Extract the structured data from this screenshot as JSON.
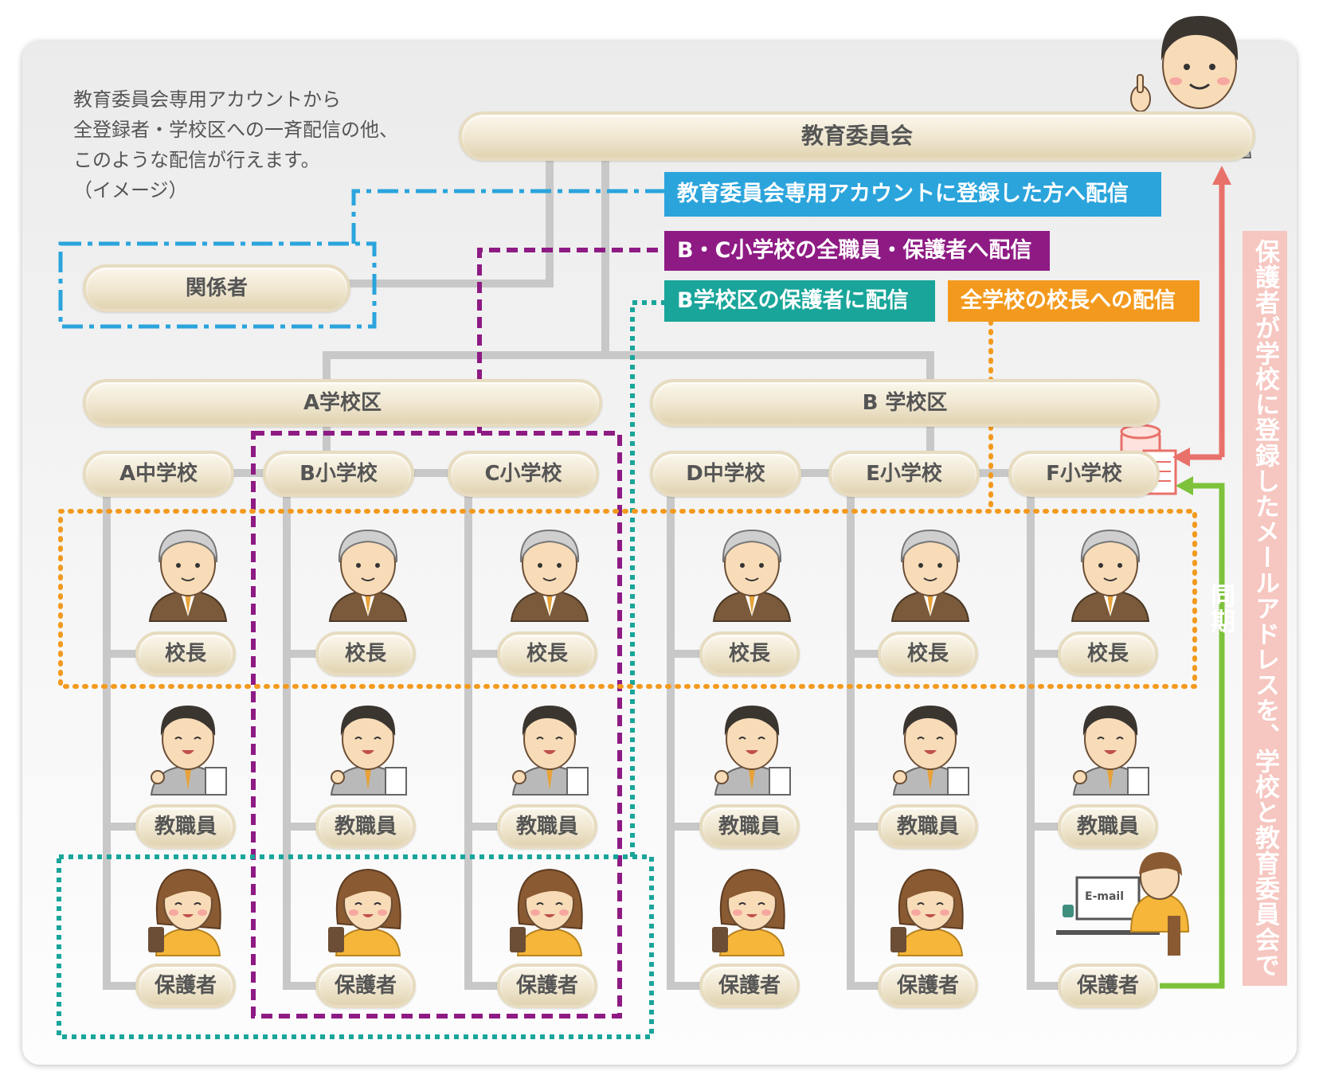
{
  "intro_text": "教育委員会専用アカウントから\n全登録者・学校区への一斉配信の他、\nこのような配信が行えます。\n（イメージ）",
  "board": "教育委員会",
  "stakeholders": "関係者",
  "districts": {
    "a": "A学校区",
    "b": "B 学校区"
  },
  "schools": [
    "A中学校",
    "B小学校",
    "C小学校",
    "D中学校",
    "E小学校",
    "F小学校"
  ],
  "roles": {
    "principal": "校長",
    "staff": "教職員",
    "guardian": "保護者"
  },
  "email_label": "E-mail",
  "legend": {
    "blue": "教育委員会専用アカウントに登録した方へ配信",
    "purple": "B・C小学校の全職員・保護者へ配信",
    "teal": "B学校区の保護者に配信",
    "orange": "全学校の校長への配信"
  },
  "sync_note": "保護者が学校に登録したメールアドレスを、学校と教育委員会で同期",
  "colors": {
    "blue": "#2ba4dc",
    "purple": "#8e1b84",
    "teal": "#19a59a",
    "orange": "#f39a1e",
    "red_arrow": "#e8716a",
    "green_arrow": "#7dc23a",
    "connector": "#c8c8c8"
  }
}
